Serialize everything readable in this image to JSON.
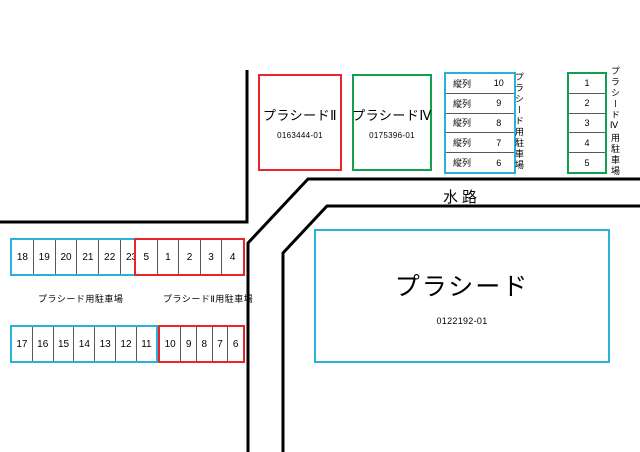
{
  "map": {
    "colors": {
      "red": "#e8262a",
      "green": "#12a050",
      "blue": "#2ab0dc",
      "road": "#000000",
      "cell_divider": "#58595b"
    },
    "waterway_label": "水路"
  },
  "buildings": [
    {
      "id": "placide-2",
      "name": "プラシードⅡ",
      "code": "0163444-01",
      "color": "red"
    },
    {
      "id": "placide-4",
      "name": "プラシードⅣ",
      "code": "0175396-01",
      "color": "green"
    },
    {
      "id": "placide-main",
      "name": "プラシード",
      "code": "0122192-01",
      "color": "blue"
    }
  ],
  "parking_strips": [
    {
      "id": "upper-blue",
      "color": "blue",
      "caption": "プラシード用駐車場",
      "stalls": [
        "18",
        "19",
        "20",
        "21",
        "22",
        "23"
      ]
    },
    {
      "id": "upper-red",
      "color": "red",
      "caption": "プラシードⅡ用駐車場",
      "stalls": [
        "5",
        "1",
        "2",
        "3",
        "4"
      ]
    },
    {
      "id": "lower-blue",
      "color": "blue",
      "caption": "",
      "stalls": [
        "17",
        "16",
        "15",
        "14",
        "13",
        "12",
        "11"
      ]
    },
    {
      "id": "lower-red",
      "color": "red",
      "caption": "",
      "stalls": [
        "10",
        "9",
        "8",
        "7",
        "6"
      ]
    }
  ],
  "vertical_tables": [
    {
      "id": "placide-column-table",
      "color": "blue",
      "side_caption": "プラシード用駐車場",
      "rows": [
        {
          "label": "縦列",
          "num": "10"
        },
        {
          "label": "縦列",
          "num": "9"
        },
        {
          "label": "縦列",
          "num": "8"
        },
        {
          "label": "縦列",
          "num": "7"
        },
        {
          "label": "縦列",
          "num": "6"
        }
      ]
    },
    {
      "id": "placide-4-table",
      "color": "green",
      "side_caption": "プラシードⅣ用駐車場",
      "rows": [
        {
          "label": "",
          "num": "1"
        },
        {
          "label": "",
          "num": "2"
        },
        {
          "label": "",
          "num": "3"
        },
        {
          "label": "",
          "num": "4"
        },
        {
          "label": "",
          "num": "5"
        }
      ]
    }
  ]
}
